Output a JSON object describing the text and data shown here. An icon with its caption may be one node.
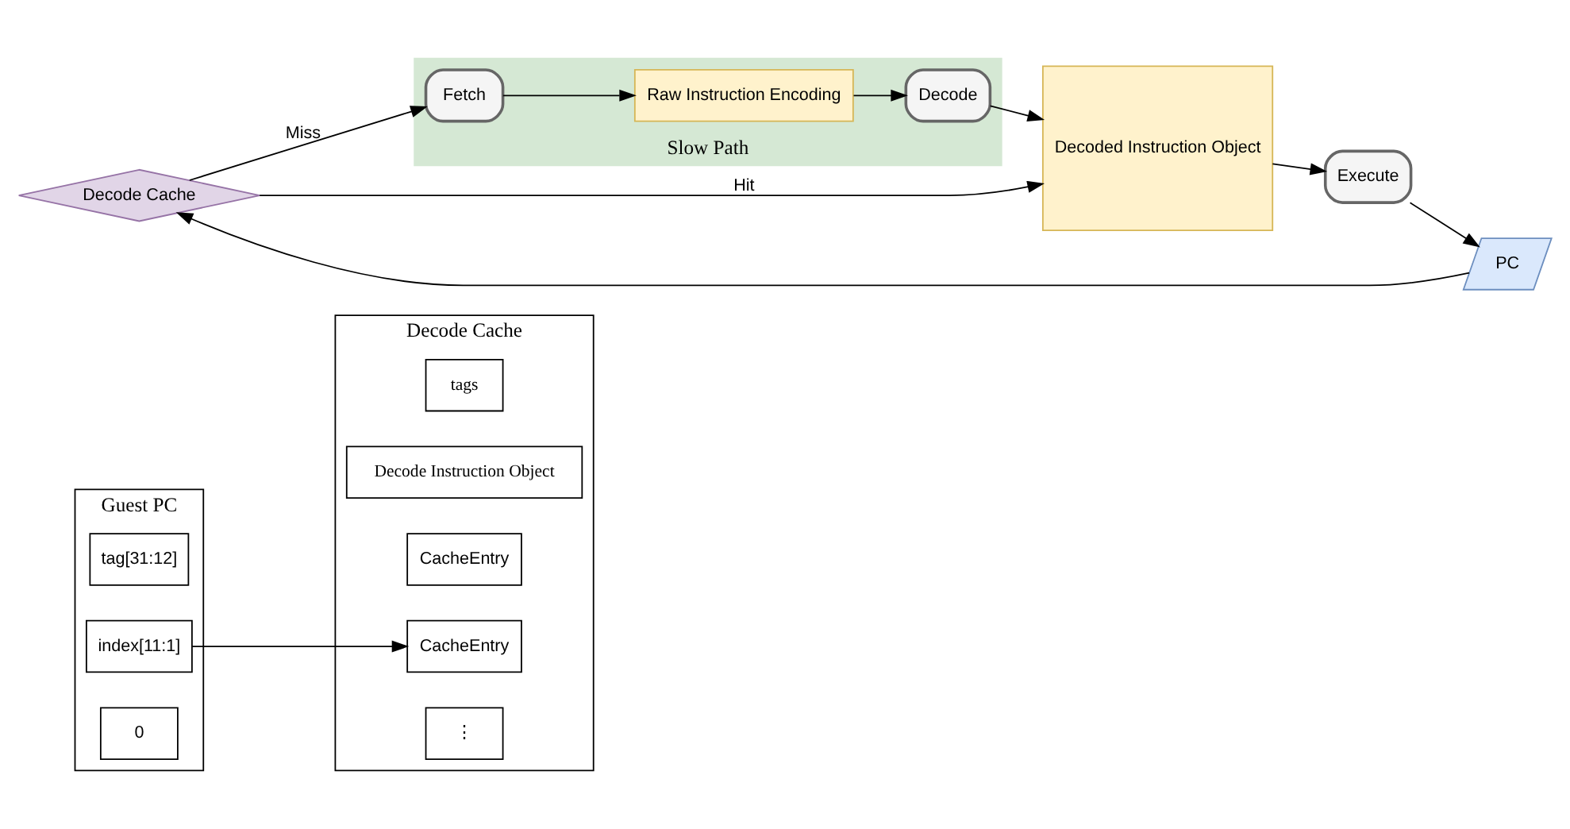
{
  "diagram": {
    "nodes": [
      {
        "text": [
          "Guest PC"
        ]
      },
      {
        "text": [
          "tag[31:12]"
        ],
        "in": 0
      },
      {
        "text": [
          "index[11:1]"
        ],
        "in": 0
      },
      {
        "text": [
          "0"
        ],
        "in": 0
      },
      {
        "text": [
          "Decode Cache"
        ]
      },
      {
        "text": [
          "tags"
        ],
        "in": 4
      },
      {
        "text": [
          "Decode Instruction Object"
        ],
        "in": 4
      },
      {
        "text": [
          "CacheEntry"
        ],
        "in": 4
      },
      {
        "text": [
          "CacheEntry"
        ],
        "in": 4
      },
      {
        "text": [
          "⋮"
        ],
        "in": 4
      },
      {
        "text": [
          "Decode Cache"
        ]
      },
      {
        "text": [
          "PC"
        ]
      },
      {
        "text": [
          "Slow Path"
        ]
      },
      {
        "text": [
          "Fetch"
        ],
        "in": 12
      },
      {
        "text": [
          "Raw Instruction Encoding"
        ],
        "in": 12
      },
      {
        "text": [
          "Decode"
        ],
        "in": 12
      },
      {
        "text": [
          "Decoded Instruction Object"
        ]
      },
      {
        "text": [
          "Execute"
        ]
      }
    ],
    "edges": [
      {
        "from": 2,
        "to": 8,
        "arrow": "to"
      },
      {
        "from": 11,
        "to": 10,
        "arrow": "to"
      },
      {
        "from": 10,
        "to": 16,
        "arrow": "to",
        "label": "Hit"
      },
      {
        "from": 10,
        "to": 13,
        "arrow": "to",
        "label": "Miss"
      },
      {
        "from": 13,
        "to": 14,
        "arrow": "to"
      },
      {
        "from": 14,
        "to": 15,
        "arrow": "to"
      },
      {
        "from": 15,
        "to": 16,
        "arrow": "to"
      },
      {
        "from": 16,
        "to": 17,
        "arrow": "to"
      },
      {
        "from": 17,
        "to": 11,
        "arrow": "to"
      }
    ]
  }
}
